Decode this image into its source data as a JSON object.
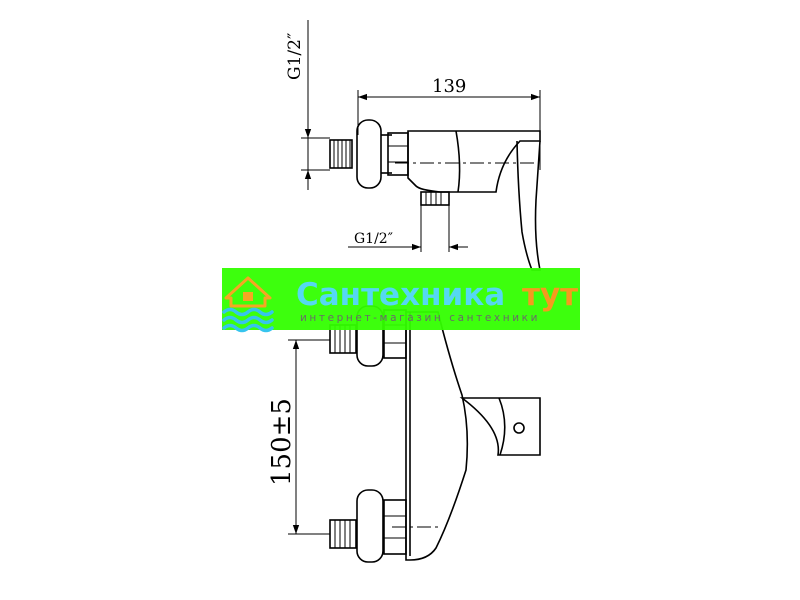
{
  "dimensions": {
    "inlet_thread": "G1/2″",
    "outlet_thread": "G1/2″",
    "length": "139",
    "center_distance": "150±5"
  },
  "watermark": {
    "brand_part1": "Сантехника",
    "brand_part2": "тут",
    "tagline": "интернет-магазин сантехники",
    "colors": {
      "band": "#33ff00",
      "brand_part1": "#55d8f2",
      "brand_part2": "#f59a1e",
      "tagline": "#6a6a6a",
      "logo_house": "#f5a623",
      "logo_waves": "#36c4ee"
    }
  }
}
